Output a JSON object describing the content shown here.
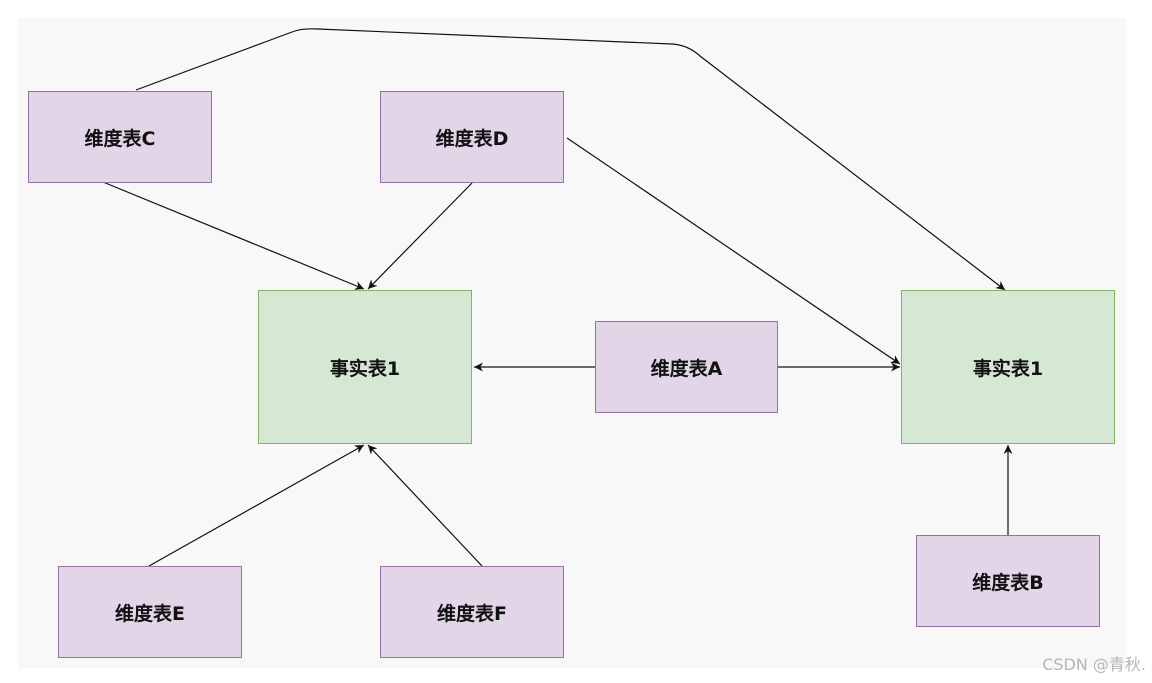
{
  "colors": {
    "dimension_fill": "#e1d5e7",
    "dimension_stroke": "#9673a6",
    "fact_fill": "#d5e8d4",
    "fact_stroke": "#82b366",
    "edge": "#111111"
  },
  "nodes": {
    "dim_c": {
      "label": "维度表C"
    },
    "dim_d": {
      "label": "维度表D"
    },
    "fact_left": {
      "label": "事实表1"
    },
    "dim_a": {
      "label": "维度表A"
    },
    "fact_right": {
      "label": "事实表1"
    },
    "dim_e": {
      "label": "维度表E"
    },
    "dim_f": {
      "label": "维度表F"
    },
    "dim_b": {
      "label": "维度表B"
    }
  },
  "edges": [
    {
      "from": "维度表C",
      "to": "事实表1 (left)"
    },
    {
      "from": "维度表D",
      "to": "事实表1 (left)"
    },
    {
      "from": "维度表A",
      "to": "事实表1 (left)"
    },
    {
      "from": "维度表E",
      "to": "事实表1 (left)"
    },
    {
      "from": "维度表F",
      "to": "事实表1 (left)"
    },
    {
      "from": "维度表C",
      "to": "事实表1 (right)"
    },
    {
      "from": "维度表D",
      "to": "事实表1 (right)"
    },
    {
      "from": "维度表A",
      "to": "事实表1 (right)"
    },
    {
      "from": "维度表B",
      "to": "事实表1 (right)"
    }
  ],
  "watermark": "CSDN @青秋."
}
